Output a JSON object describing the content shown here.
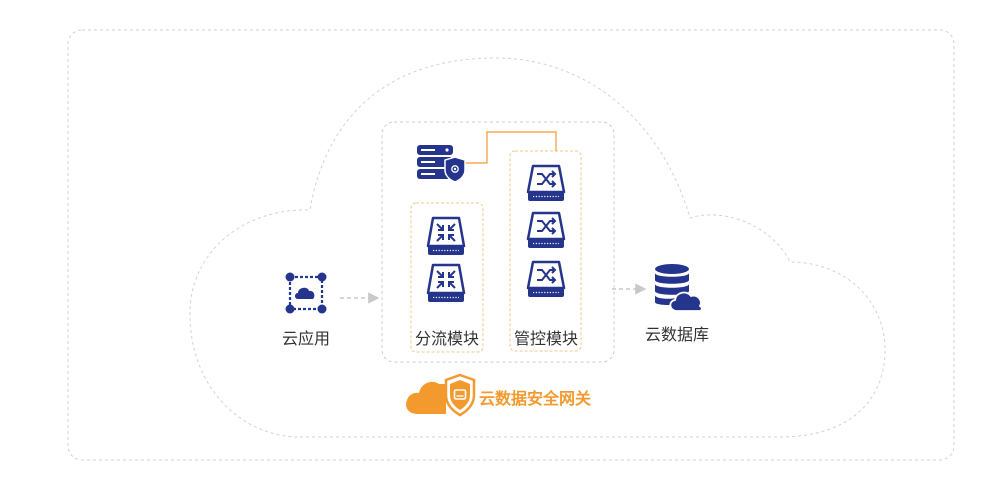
{
  "diagram": {
    "nodes": {
      "cloud_app": {
        "label": "云应用",
        "icon": "cloud-network-icon"
      },
      "split_module": {
        "label": "分流模块",
        "icon": "compress-drive-icon"
      },
      "control_module": {
        "label": "管控模块",
        "icon": "shuffle-drive-icon"
      },
      "security_server": {
        "icon": "shield-server-icon"
      },
      "cloud_db": {
        "label": "云数据库",
        "icon": "cloud-database-icon"
      }
    },
    "gateway": {
      "label": "云数据安全网关",
      "icon": "cloud-shield-icon"
    },
    "edges": [
      {
        "from": "cloud_app",
        "to": "split_module",
        "style": "dashed-arrow"
      },
      {
        "from": "control_module",
        "to": "cloud_db",
        "style": "dashed-arrow"
      },
      {
        "from": "security_server",
        "to": "control_module",
        "style": "solid-line"
      }
    ]
  },
  "colors": {
    "navy": "#25348c",
    "orange": "#f39a2e",
    "gateway_text": "#f39a2e",
    "dashed_gray": "#c8c8c8",
    "text": "#333333"
  }
}
